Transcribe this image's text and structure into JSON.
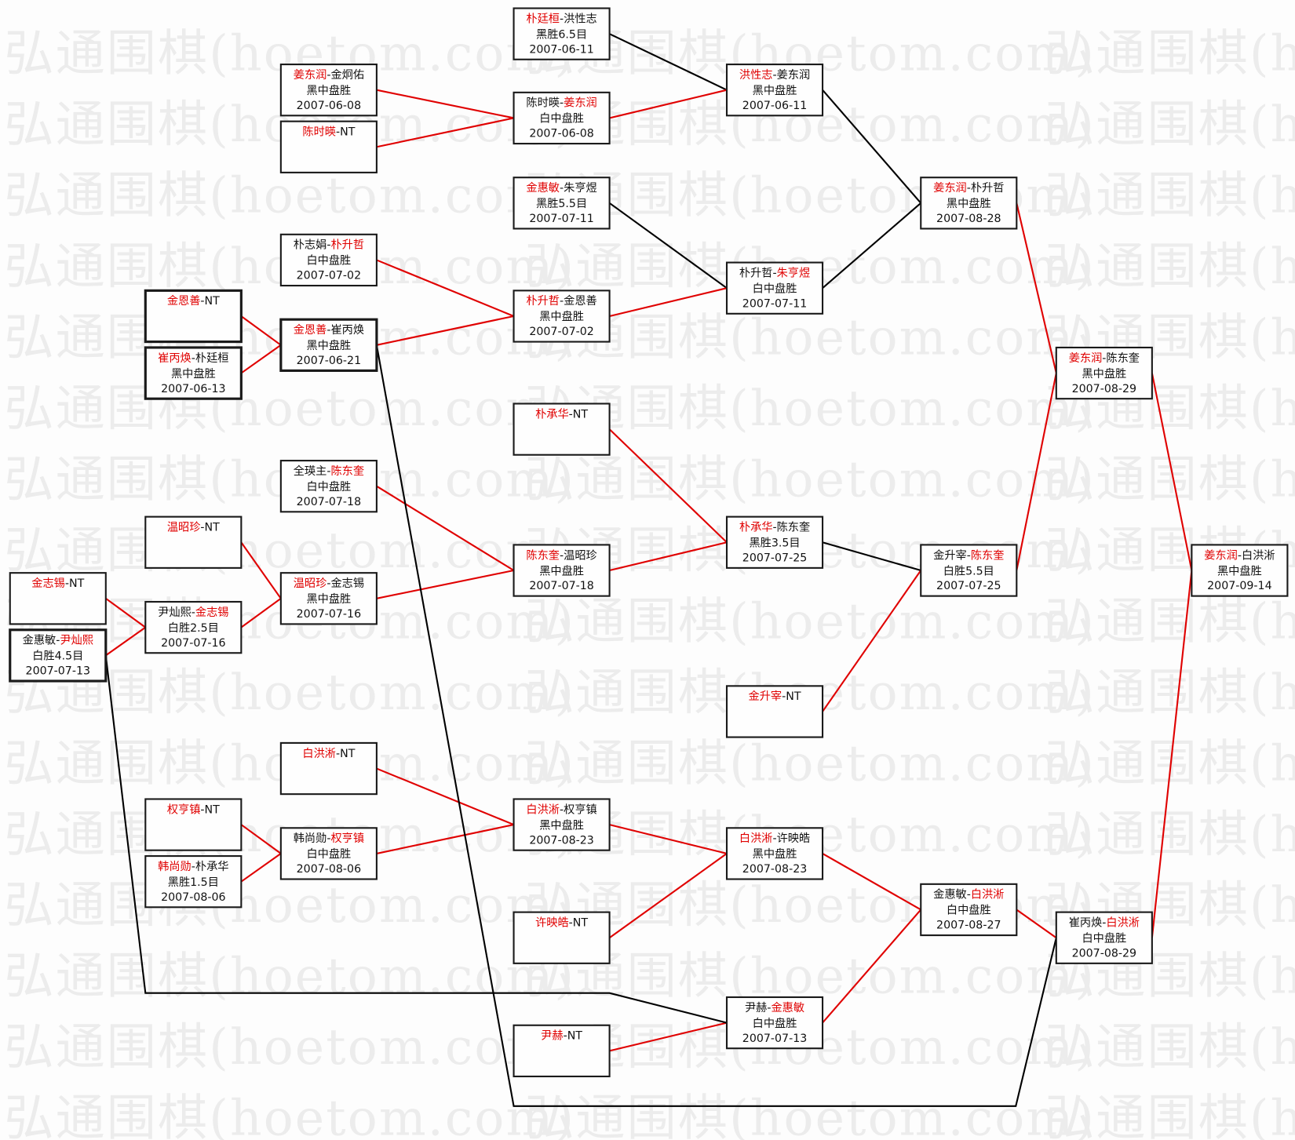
{
  "watermark": "弘通围棋(hoetom.com)",
  "colors": {
    "winner": "#e00000",
    "loser": "#000000"
  },
  "matches": {
    "a1": {
      "p1": "金志锡",
      "p2": "NT",
      "winner": 1,
      "result": "",
      "date": ""
    },
    "a2": {
      "p1": "金惠敏",
      "p2": "尹灿熙",
      "winner": 2,
      "result": "白胜4.5目",
      "date": "2007-07-13"
    },
    "b1": {
      "p1": "金恩善",
      "p2": "NT",
      "winner": 1,
      "result": "",
      "date": ""
    },
    "b2": {
      "p1": "崔丙焕",
      "p2": "朴廷桓",
      "winner": 1,
      "result": "黑中盘胜",
      "date": "2007-06-13"
    },
    "b3": {
      "p1": "温昭珍",
      "p2": "NT",
      "winner": 1,
      "result": "",
      "date": ""
    },
    "b4": {
      "p1": "尹灿熙",
      "p2": "金志锡",
      "winner": 2,
      "result": "白胜2.5目",
      "date": "2007-07-16"
    },
    "b5": {
      "p1": "权亨镇",
      "p2": "NT",
      "winner": 1,
      "result": "",
      "date": ""
    },
    "b6": {
      "p1": "韩尚勋",
      "p2": "朴承华",
      "winner": 1,
      "result": "黑胜1.5目",
      "date": "2007-08-06"
    },
    "c1": {
      "p1": "姜东润",
      "p2": "金炯佑",
      "winner": 1,
      "result": "黑中盘胜",
      "date": "2007-06-08"
    },
    "c2": {
      "p1": "陈时暎",
      "p2": "NT",
      "winner": 1,
      "result": "",
      "date": ""
    },
    "c3": {
      "p1": "朴志娟",
      "p2": "朴升哲",
      "winner": 2,
      "result": "白中盘胜",
      "date": "2007-07-02"
    },
    "c4": {
      "p1": "金恩善",
      "p2": "崔丙焕",
      "winner": 1,
      "result": "黑中盘胜",
      "date": "2007-06-21"
    },
    "c5": {
      "p1": "全瑛主",
      "p2": "陈东奎",
      "winner": 2,
      "result": "白中盘胜",
      "date": "2007-07-18"
    },
    "c6": {
      "p1": "温昭珍",
      "p2": "金志锡",
      "winner": 1,
      "result": "黑中盘胜",
      "date": "2007-07-16"
    },
    "c7": {
      "p1": "白洪淅",
      "p2": "NT",
      "winner": 1,
      "result": "",
      "date": ""
    },
    "c8": {
      "p1": "韩尚勋",
      "p2": "权亨镇",
      "winner": 2,
      "result": "白中盘胜",
      "date": "2007-08-06"
    },
    "d1": {
      "p1": "朴廷桓",
      "p2": "洪性志",
      "winner": 1,
      "result": "黑胜6.5目",
      "date": "2007-06-11"
    },
    "d2": {
      "p1": "陈时暎",
      "p2": "姜东润",
      "winner": 2,
      "result": "白中盘胜",
      "date": "2007-06-08"
    },
    "d3": {
      "p1": "金惠敏",
      "p2": "朱亨煜",
      "winner": 1,
      "result": "黑胜5.5目",
      "date": "2007-07-11"
    },
    "d4": {
      "p1": "朴升哲",
      "p2": "金恩善",
      "winner": 1,
      "result": "黑中盘胜",
      "date": "2007-07-02"
    },
    "d5": {
      "p1": "朴承华",
      "p2": "NT",
      "winner": 1,
      "result": "",
      "date": ""
    },
    "d6": {
      "p1": "陈东奎",
      "p2": "温昭珍",
      "winner": 1,
      "result": "黑中盘胜",
      "date": "2007-07-18"
    },
    "d7": {
      "p1": "白洪淅",
      "p2": "权亨镇",
      "winner": 1,
      "result": "黑中盘胜",
      "date": "2007-08-23"
    },
    "d8": {
      "p1": "许映皓",
      "p2": "NT",
      "winner": 1,
      "result": "",
      "date": ""
    },
    "d9": {
      "p1": "尹赫",
      "p2": "NT",
      "winner": 1,
      "result": "",
      "date": ""
    },
    "e1": {
      "p1": "洪性志",
      "p2": "姜东润",
      "winner": 1,
      "result": "黑中盘胜",
      "date": "2007-06-11"
    },
    "e2": {
      "p1": "朴升哲",
      "p2": "朱亨煜",
      "winner": 2,
      "result": "白中盘胜",
      "date": "2007-07-11"
    },
    "e3": {
      "p1": "朴承华",
      "p2": "陈东奎",
      "winner": 1,
      "result": "黑胜3.5目",
      "date": "2007-07-25"
    },
    "e4": {
      "p1": "金升宰",
      "p2": "NT",
      "winner": 1,
      "result": "",
      "date": ""
    },
    "e5": {
      "p1": "白洪淅",
      "p2": "许映皓",
      "winner": 1,
      "result": "黑中盘胜",
      "date": "2007-08-23"
    },
    "e6": {
      "p1": "尹赫",
      "p2": "金惠敏",
      "winner": 2,
      "result": "白中盘胜",
      "date": "2007-07-13"
    },
    "f1": {
      "p1": "姜东润",
      "p2": "朴升哲",
      "winner": 1,
      "result": "黑中盘胜",
      "date": "2007-08-28"
    },
    "f2": {
      "p1": "金升宰",
      "p2": "陈东奎",
      "winner": 2,
      "result": "白胜5.5目",
      "date": "2007-07-25"
    },
    "f3": {
      "p1": "金惠敏",
      "p2": "白洪淅",
      "winner": 2,
      "result": "白中盘胜",
      "date": "2007-08-27"
    },
    "g1": {
      "p1": "姜东润",
      "p2": "陈东奎",
      "winner": 1,
      "result": "黑中盘胜",
      "date": "2007-08-29"
    },
    "g2": {
      "p1": "崔丙焕",
      "p2": "白洪淅",
      "winner": 2,
      "result": "白中盘胜",
      "date": "2007-08-29"
    },
    "h1": {
      "p1": "姜东润",
      "p2": "白洪淅",
      "winner": 1,
      "result": "黑中盘胜",
      "date": "2007-09-14"
    }
  }
}
